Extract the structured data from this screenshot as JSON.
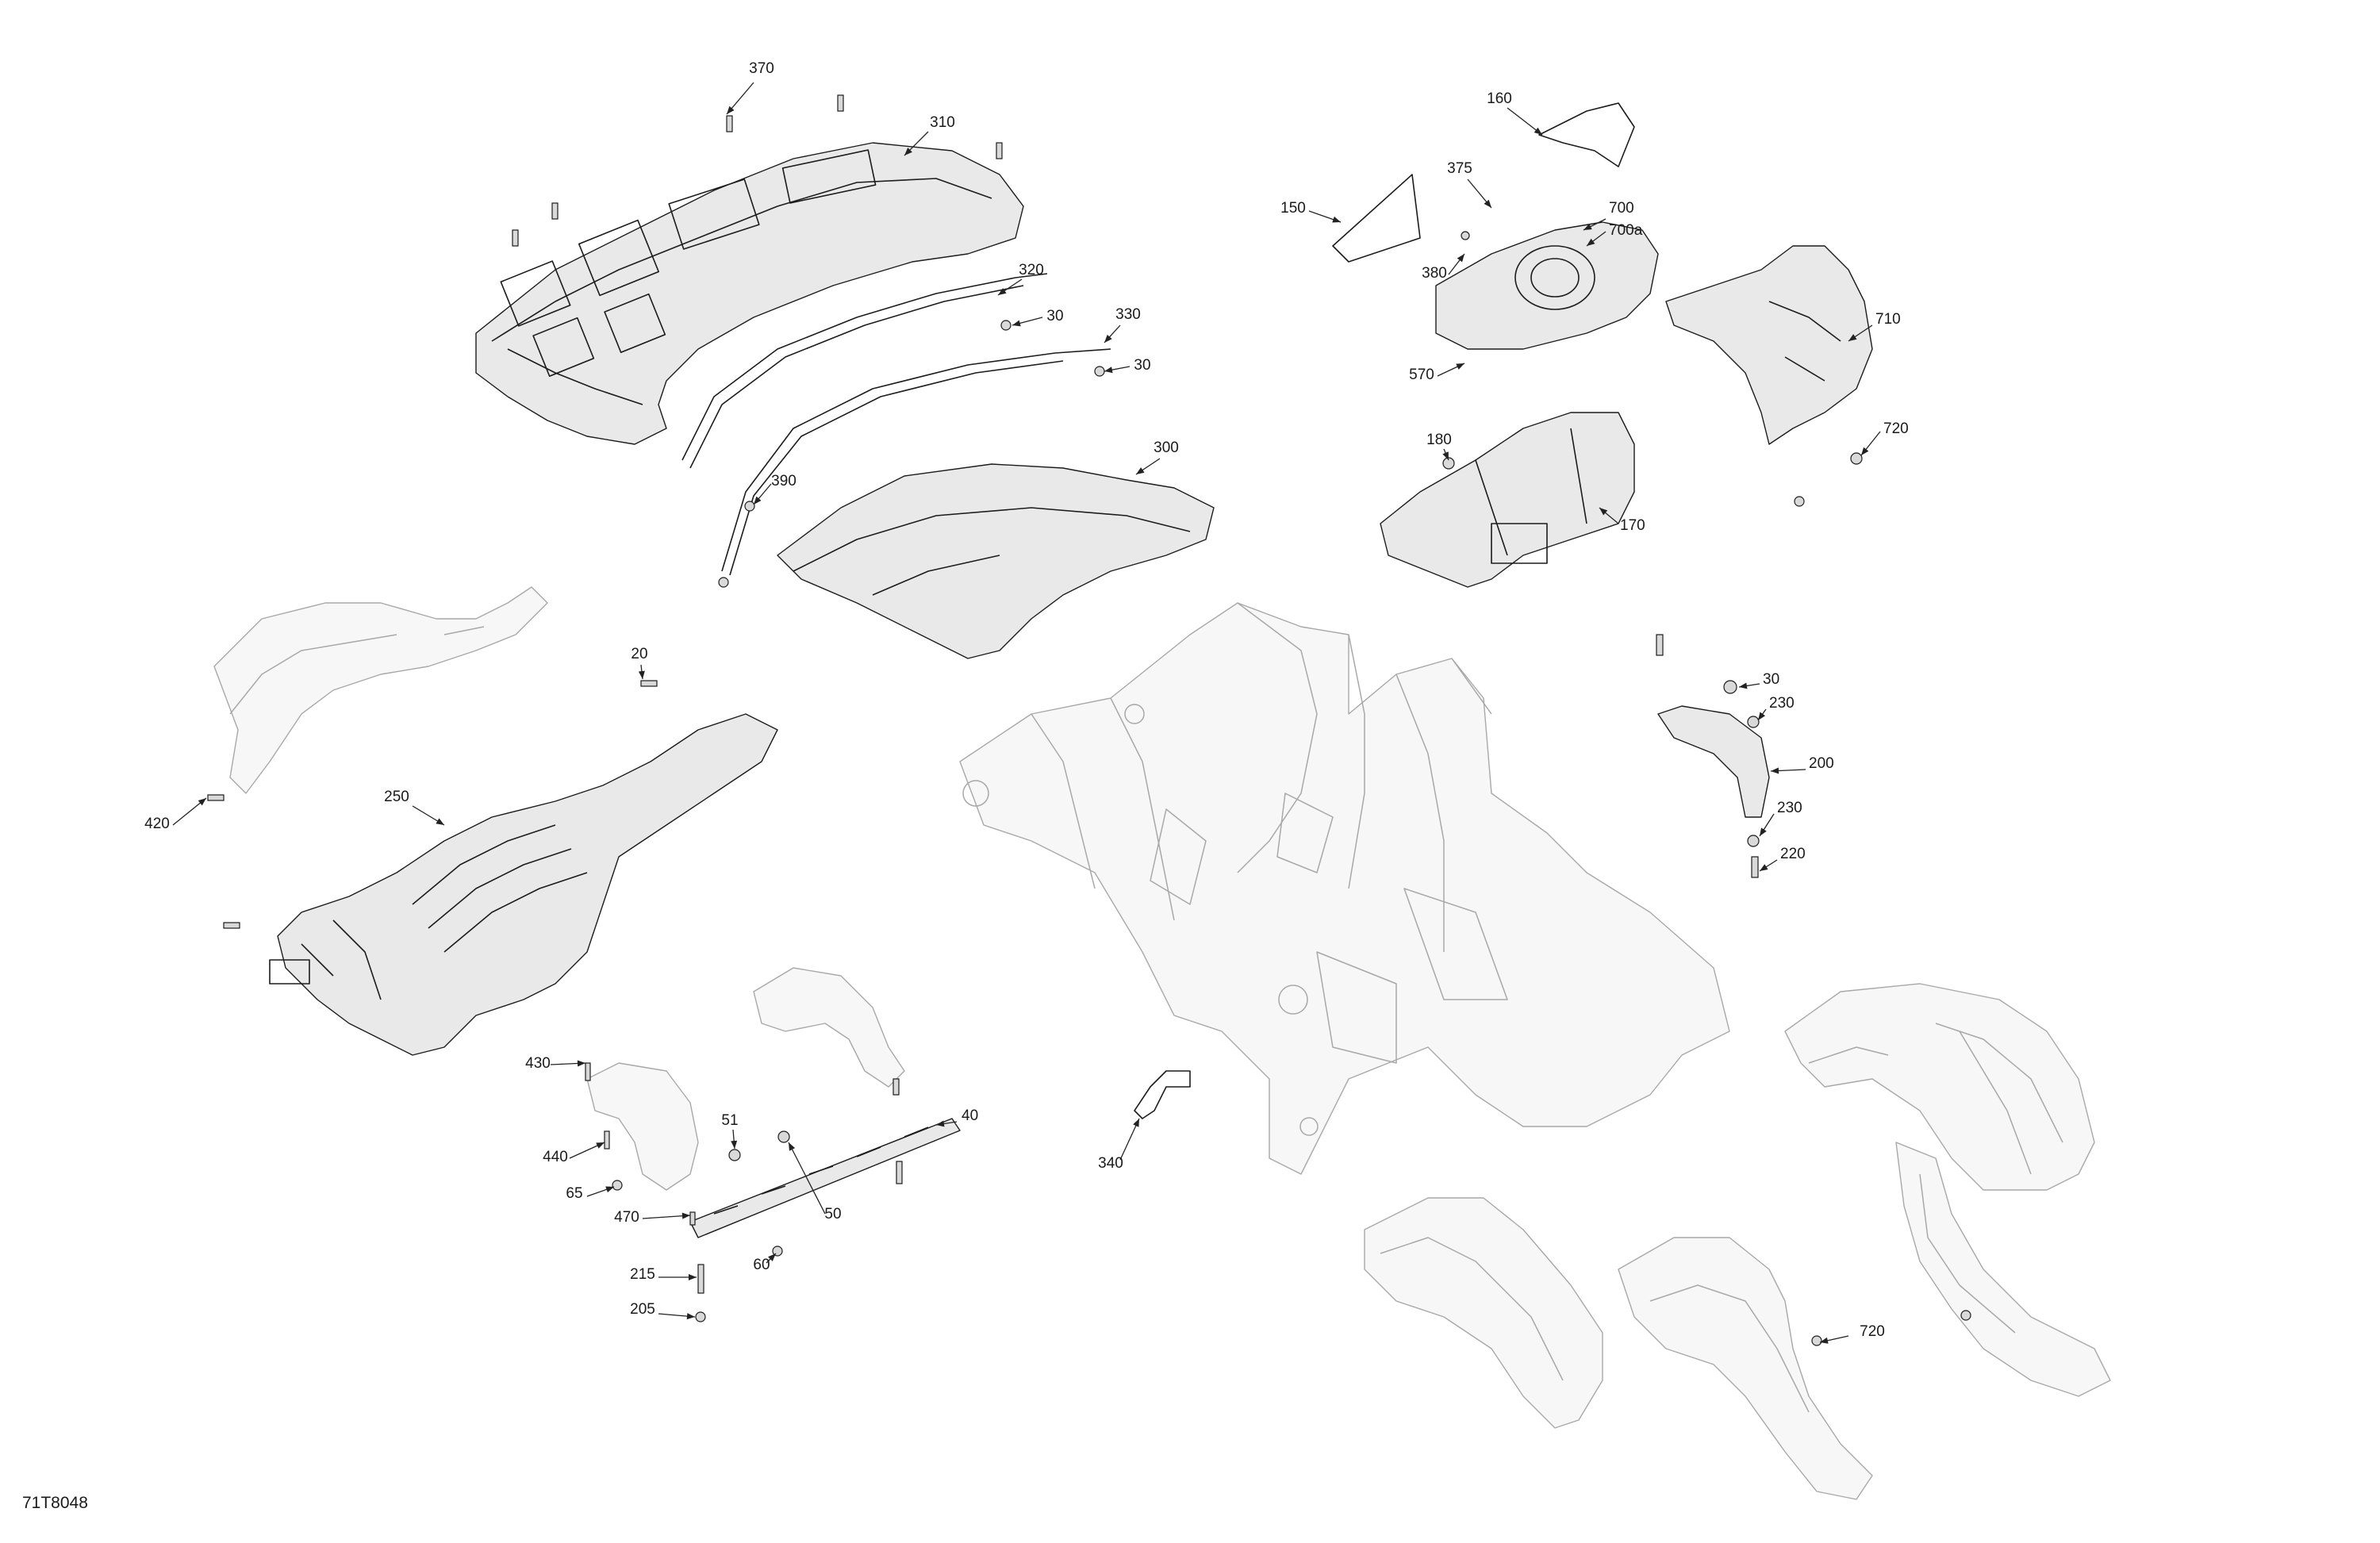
{
  "diagram": {
    "document_id": "71T8048",
    "callouts": [
      {
        "id": "c370",
        "label": "370"
      },
      {
        "id": "c310",
        "label": "310"
      },
      {
        "id": "c320",
        "label": "320"
      },
      {
        "id": "c30a",
        "label": "30"
      },
      {
        "id": "c330",
        "label": "330"
      },
      {
        "id": "c30b",
        "label": "30"
      },
      {
        "id": "c390",
        "label": "390"
      },
      {
        "id": "c300",
        "label": "300"
      },
      {
        "id": "c160",
        "label": "160"
      },
      {
        "id": "c375",
        "label": "375"
      },
      {
        "id": "c150",
        "label": "150"
      },
      {
        "id": "c700",
        "label": "700"
      },
      {
        "id": "c700a",
        "label": "700a"
      },
      {
        "id": "c380",
        "label": "380"
      },
      {
        "id": "c710",
        "label": "710"
      },
      {
        "id": "c570",
        "label": "570"
      },
      {
        "id": "c720a",
        "label": "720"
      },
      {
        "id": "c180",
        "label": "180"
      },
      {
        "id": "c170",
        "label": "170"
      },
      {
        "id": "c20",
        "label": "20"
      },
      {
        "id": "c30c",
        "label": "30"
      },
      {
        "id": "c230a",
        "label": "230"
      },
      {
        "id": "c200",
        "label": "200"
      },
      {
        "id": "c230b",
        "label": "230"
      },
      {
        "id": "c220",
        "label": "220"
      },
      {
        "id": "c420",
        "label": "420"
      },
      {
        "id": "c250",
        "label": "250"
      },
      {
        "id": "c430",
        "label": "430"
      },
      {
        "id": "c40",
        "label": "40"
      },
      {
        "id": "c51",
        "label": "51"
      },
      {
        "id": "c440",
        "label": "440"
      },
      {
        "id": "c65",
        "label": "65"
      },
      {
        "id": "c50",
        "label": "50"
      },
      {
        "id": "c470",
        "label": "470"
      },
      {
        "id": "c340",
        "label": "340"
      },
      {
        "id": "c60",
        "label": "60"
      },
      {
        "id": "c215",
        "label": "215"
      },
      {
        "id": "c205",
        "label": "205"
      },
      {
        "id": "c720b",
        "label": "720"
      }
    ]
  }
}
